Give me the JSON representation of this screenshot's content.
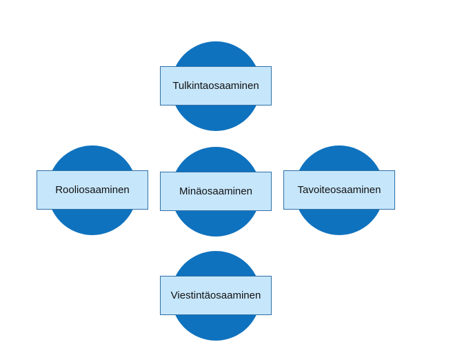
{
  "diagram": {
    "colors": {
      "circle": "#0f72be",
      "label_fill": "#c6e6fb",
      "label_border": "#2f6fa5"
    },
    "nodes": {
      "top": "Tulkintaosaaminen",
      "left": "Rooliosaaminen",
      "center": "Minäosaaminen",
      "right": "Tavoiteosaaminen",
      "bottom": "Viestintäosaaminen"
    }
  }
}
